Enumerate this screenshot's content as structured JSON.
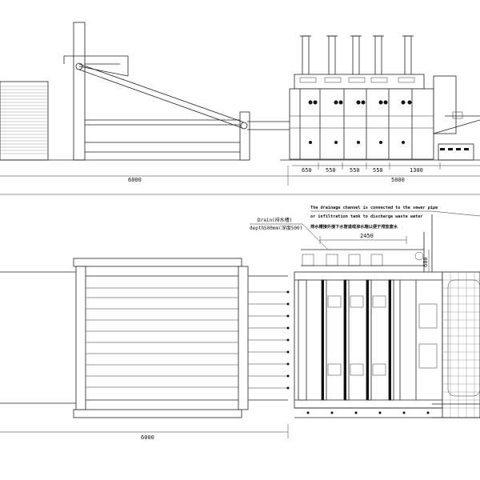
{
  "elevation_view": {
    "dimensions": {
      "overall_left": "6000",
      "overall_right": "5000",
      "segments": [
        "650",
        "550",
        "550",
        "550",
        "1300"
      ]
    }
  },
  "plan_view": {
    "dimensions": {
      "overall_left": "6000",
      "width": "2450",
      "side": "600"
    },
    "drain_label": {
      "line1": "Drain(排水槽)",
      "line2": "depth500mm(深度500)"
    },
    "drainage_note": {
      "line1": "The drainage channel is connected to the sewer pipe",
      "line2": "or infiltration tank to discharge waste water",
      "line3": "排水槽接外接下水管道或渗水箱以便于排放废水"
    }
  }
}
